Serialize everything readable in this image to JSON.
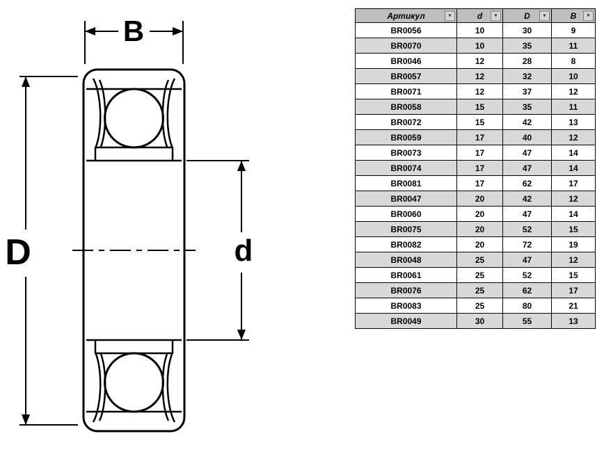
{
  "diagram": {
    "labels": {
      "width": "B",
      "outer_diameter": "D",
      "inner_diameter": "d"
    }
  },
  "table": {
    "filter_icon": "▼",
    "headers": [
      {
        "label": "Артикул"
      },
      {
        "label": "d"
      },
      {
        "label": "D"
      },
      {
        "label": "B"
      }
    ],
    "rows": [
      {
        "article": "BR0056",
        "d": 10,
        "D": 30,
        "B": 9
      },
      {
        "article": "BR0070",
        "d": 10,
        "D": 35,
        "B": 11
      },
      {
        "article": "BR0046",
        "d": 12,
        "D": 28,
        "B": 8
      },
      {
        "article": "BR0057",
        "d": 12,
        "D": 32,
        "B": 10
      },
      {
        "article": "BR0071",
        "d": 12,
        "D": 37,
        "B": 12
      },
      {
        "article": "BR0058",
        "d": 15,
        "D": 35,
        "B": 11
      },
      {
        "article": "BR0072",
        "d": 15,
        "D": 42,
        "B": 13
      },
      {
        "article": "BR0059",
        "d": 17,
        "D": 40,
        "B": 12
      },
      {
        "article": "BR0073",
        "d": 17,
        "D": 47,
        "B": 14
      },
      {
        "article": "BR0074",
        "d": 17,
        "D": 47,
        "B": 14
      },
      {
        "article": "BR0081",
        "d": 17,
        "D": 62,
        "B": 17
      },
      {
        "article": "BR0047",
        "d": 20,
        "D": 42,
        "B": 12
      },
      {
        "article": "BR0060",
        "d": 20,
        "D": 47,
        "B": 14
      },
      {
        "article": "BR0075",
        "d": 20,
        "D": 52,
        "B": 15
      },
      {
        "article": "BR0082",
        "d": 20,
        "D": 72,
        "B": 19
      },
      {
        "article": "BR0048",
        "d": 25,
        "D": 47,
        "B": 12
      },
      {
        "article": "BR0061",
        "d": 25,
        "D": 52,
        "B": 15
      },
      {
        "article": "BR0076",
        "d": 25,
        "D": 62,
        "B": 17
      },
      {
        "article": "BR0083",
        "d": 25,
        "D": 80,
        "B": 21
      },
      {
        "article": "BR0049",
        "d": 30,
        "D": 55,
        "B": 13
      }
    ]
  }
}
